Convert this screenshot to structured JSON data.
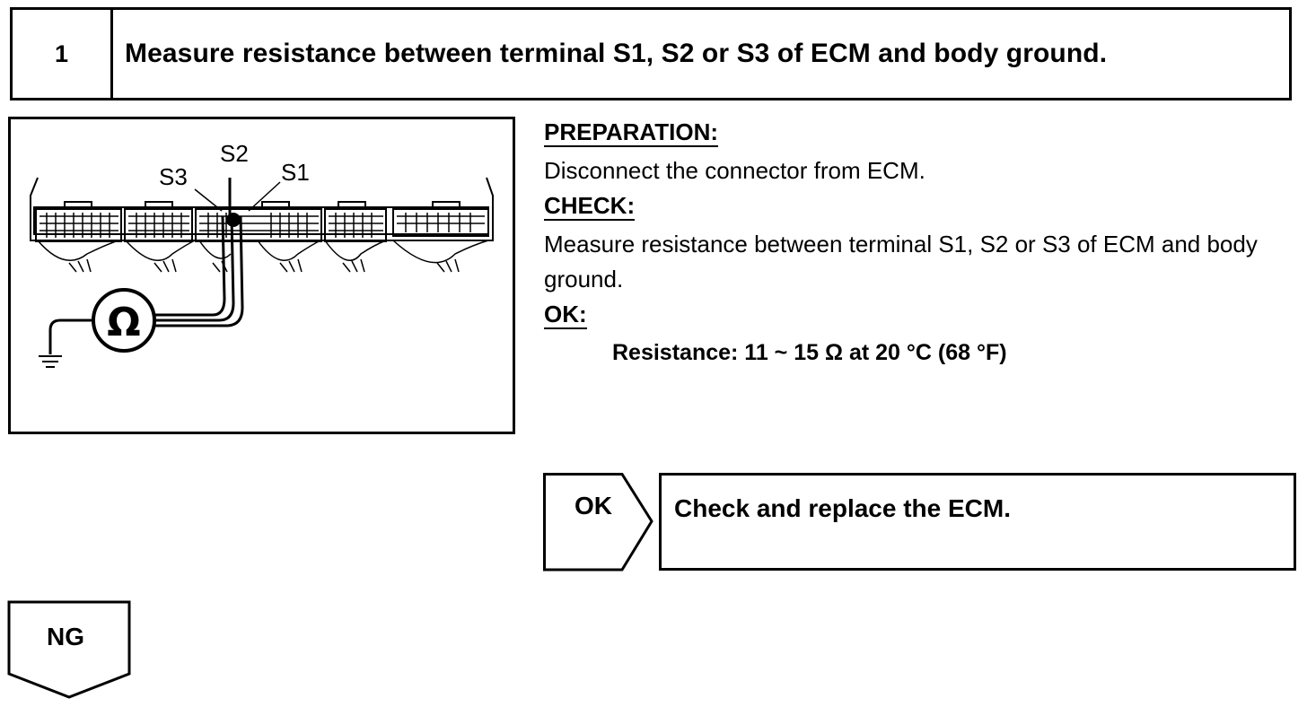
{
  "step": {
    "number": "1",
    "title": "Measure resistance between terminal S1, S2 or S3 of ECM and body ground."
  },
  "figure": {
    "labels": {
      "s1": "S1",
      "s2": "S2",
      "s3": "S3"
    },
    "ohmmeter_symbol": "Ω",
    "icons": [
      "ohmmeter-icon",
      "ground-icon",
      "ecm-connector-icon"
    ]
  },
  "sections": {
    "preparation_heading": "PREPARATION:",
    "preparation_text": "Disconnect the connector from ECM.",
    "check_heading": "CHECK:",
    "check_text": "Measure resistance between terminal S1, S2 or S3 of ECM and body ground.",
    "ok_heading": "OK:",
    "ok_spec": "Resistance: 11 ~ 15 Ω at 20 °C (68 °F)"
  },
  "flow": {
    "ok_label": "OK",
    "ok_action": "Check and replace the ECM.",
    "ng_label": "NG"
  }
}
